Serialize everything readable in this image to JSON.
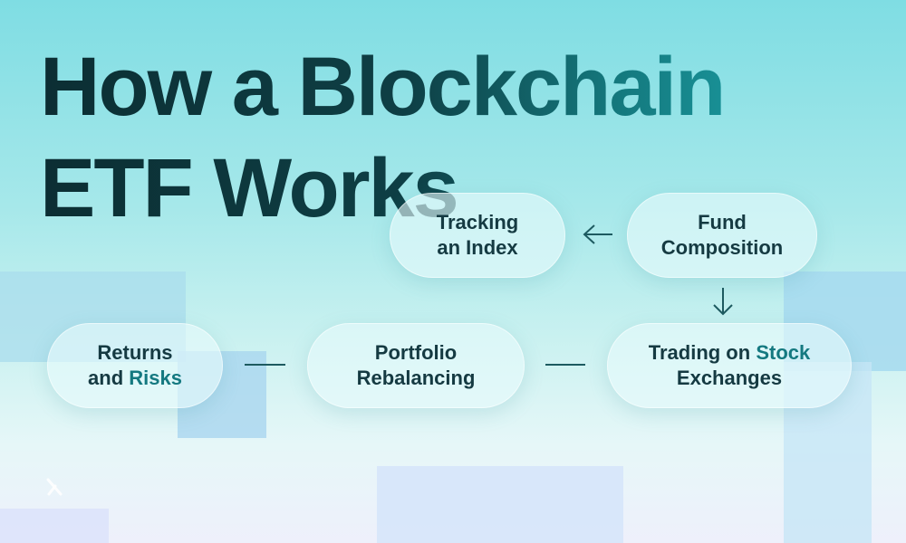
{
  "title": {
    "line1": "How a Blockchain",
    "line2": "ETF Works"
  },
  "nodes": {
    "tracking": {
      "line1": "Tracking",
      "line2": "an Index"
    },
    "fund": {
      "line1": "Fund",
      "line2": "Composition"
    },
    "trading": {
      "line1_a": "Trading on ",
      "line1_b": "Stock",
      "line2": "Exchanges"
    },
    "portfolio": {
      "line1": "Portfolio",
      "line2": "Rebalancing"
    },
    "returns": {
      "line1": "Returns",
      "line2_a": "and ",
      "line2_b": "Risks"
    }
  },
  "brand": {
    "glyph": "✗"
  },
  "colors": {
    "title_dark": "#0c2e33",
    "title_teal": "#1a9aa0",
    "node_text": "#153a42",
    "accent": "#147980",
    "connector": "#1d5a60"
  },
  "icons": [
    "arrow-left-icon",
    "arrow-down-icon",
    "brand-x-icon"
  ]
}
